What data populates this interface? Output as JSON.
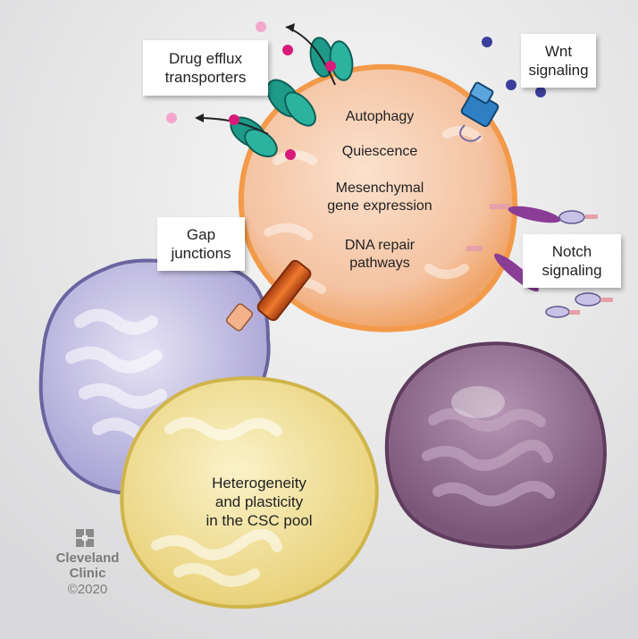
{
  "labels": {
    "drug_efflux": [
      "Drug efflux",
      "transporters"
    ],
    "wnt": [
      "Wnt",
      "signaling"
    ],
    "gap": [
      "Gap",
      "junctions"
    ],
    "notch": [
      "Notch",
      "signaling"
    ]
  },
  "center_cell": {
    "items": [
      [
        "Autophagy"
      ],
      [
        "Quiescence"
      ],
      [
        "Mesenchymal",
        "gene expression"
      ],
      [
        "DNA repair",
        "pathways"
      ]
    ]
  },
  "yellow_cell": {
    "text": [
      "Heterogeneity",
      "and plasticity",
      "in the CSC pool"
    ]
  },
  "logo": {
    "name_line1": "Cleveland",
    "name_line2": "Clinic",
    "copyright": "©2020"
  },
  "colors": {
    "background": "#e9e9ea",
    "center_cell": "#f6c9a8",
    "center_membrane": "#f39a4a",
    "lavender_cell": "#c9c5e6",
    "yellow_cell": "#f4e7a4",
    "purple_cell": "#9a7899",
    "transporter": "#1e9a8a",
    "ligand_magenta": "#d81b7a",
    "wnt_ligand": "#3b3f9c",
    "notch_ligand": "#8a3d95",
    "gap_junction": "#d85a1e"
  }
}
